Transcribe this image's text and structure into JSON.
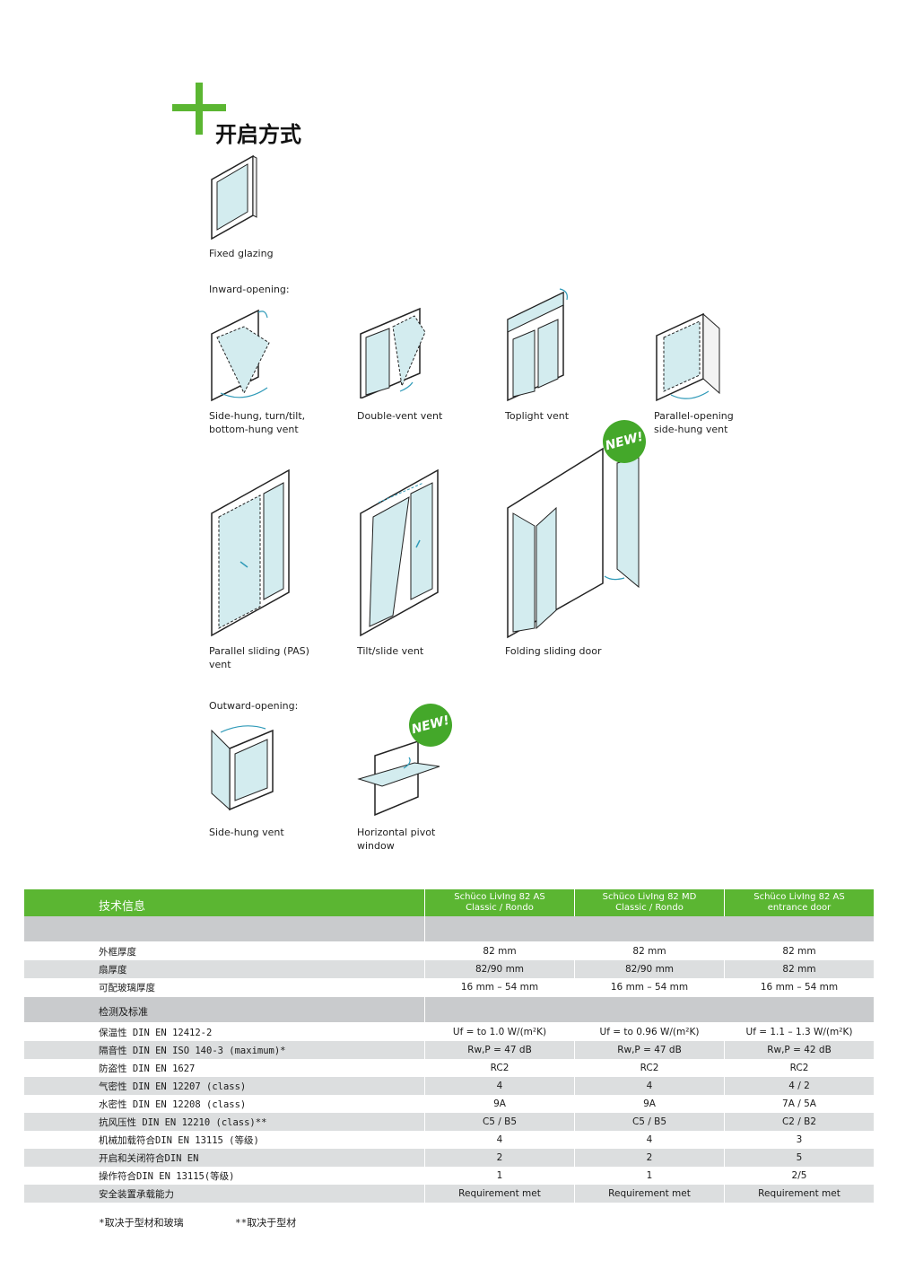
{
  "page_title": "开启方式",
  "captions": {
    "fixed": "Fixed glazing",
    "inward_heading": "Inward-opening:",
    "side_hung_turn_tilt": "Side-hung, turn/tilt,\nbottom-hung vent",
    "double_vent": "Double-vent vent",
    "toplight": "Toplight vent",
    "parallel_opening": "Parallel-opening\nside-hung vent",
    "pas": "Parallel sliding (PAS)\nvent",
    "tilt_slide": "Tilt/slide vent",
    "folding": "Folding sliding door",
    "outward_heading": "Outward-opening:",
    "side_hung": "Side-hung vent",
    "pivot": "Horizontal pivot\nwindow"
  },
  "badges": {
    "new1": "NEW!",
    "new2": "NEW!"
  },
  "colors": {
    "brand_green": "#5bb632",
    "glass": "#d3ecef",
    "arrow": "#2f9ab8"
  },
  "table": {
    "title": "技术信息",
    "columns": [
      "Schüco LivIng 82 AS\nClassic / Rondo",
      "Schüco LivIng 82 MD\nClassic / Rondo",
      "Schüco LivIng 82 AS\nentrance door"
    ],
    "dims": [
      {
        "label": "外框厚度",
        "v": [
          "82 mm",
          "82 mm",
          "82 mm"
        ]
      },
      {
        "label": "扇厚度",
        "v": [
          "82/90 mm",
          "82/90 mm",
          "82 mm"
        ]
      },
      {
        "label": "可配玻璃厚度",
        "v": [
          "16 mm – 54 mm",
          "16 mm – 54 mm",
          "16 mm – 54 mm"
        ]
      }
    ],
    "section2": "检测及标准",
    "tests": [
      {
        "label": "保温性 DIN EN 12412-2",
        "v": [
          "Uf = to 1.0 W/(m²K)",
          "Uf = to 0.96 W/(m²K)",
          "Uf = 1.1 – 1.3 W/(m²K)"
        ]
      },
      {
        "label": "隔音性 DIN EN ISO 140-3 (maximum)*",
        "v": [
          "Rw,P = 47 dB",
          "Rw,P = 47 dB",
          "Rw,P = 42 dB"
        ]
      },
      {
        "label": "防盗性 DIN EN 1627",
        "v": [
          "RC2",
          "RC2",
          "RC2"
        ]
      },
      {
        "label": "气密性 DIN EN 12207 (class)",
        "v": [
          "4",
          "4",
          "4 / 2"
        ]
      },
      {
        "label": "水密性 DIN EN 12208 (class)",
        "v": [
          "9A",
          "9A",
          "7A / 5A"
        ]
      },
      {
        "label": "抗风压性 DIN EN 12210 (class)**",
        "v": [
          "C5 / B5",
          "C5 / B5",
          "C2 / B2"
        ]
      },
      {
        "label": "机械加载符合DIN EN 13115 (等级)",
        "v": [
          "4",
          "4",
          "3"
        ]
      },
      {
        "label": "开启和关闭符合DIN EN",
        "v": [
          "2",
          "2",
          "5"
        ]
      },
      {
        "label": "操作符合DIN EN 13115(等级)",
        "v": [
          "1",
          "1",
          "2/5"
        ]
      },
      {
        "label": "安全装置承载能力",
        "v": [
          "Requirement met",
          "Requirement met",
          "Requirement met"
        ]
      }
    ],
    "footnote1": "*取决于型材和玻璃",
    "footnote2": "**取决于型材"
  }
}
